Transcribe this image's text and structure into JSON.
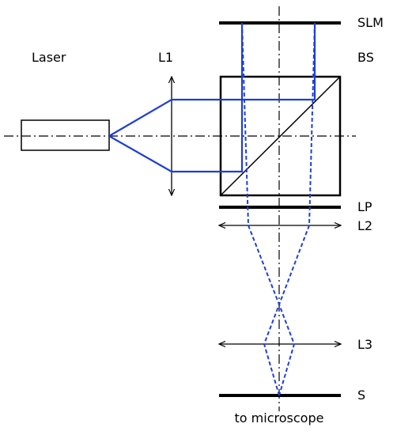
{
  "colors": {
    "beam": "#1f3fd6",
    "line": "#000000",
    "optical_axis": "#000000",
    "background": "#ffffff"
  },
  "labels": {
    "laser": "Laser",
    "l1": "L1",
    "slm": "SLM",
    "bs": "BS",
    "lp": "LP",
    "l2": "L2",
    "l3": "L3",
    "s": "S",
    "output": "to microscope"
  }
}
